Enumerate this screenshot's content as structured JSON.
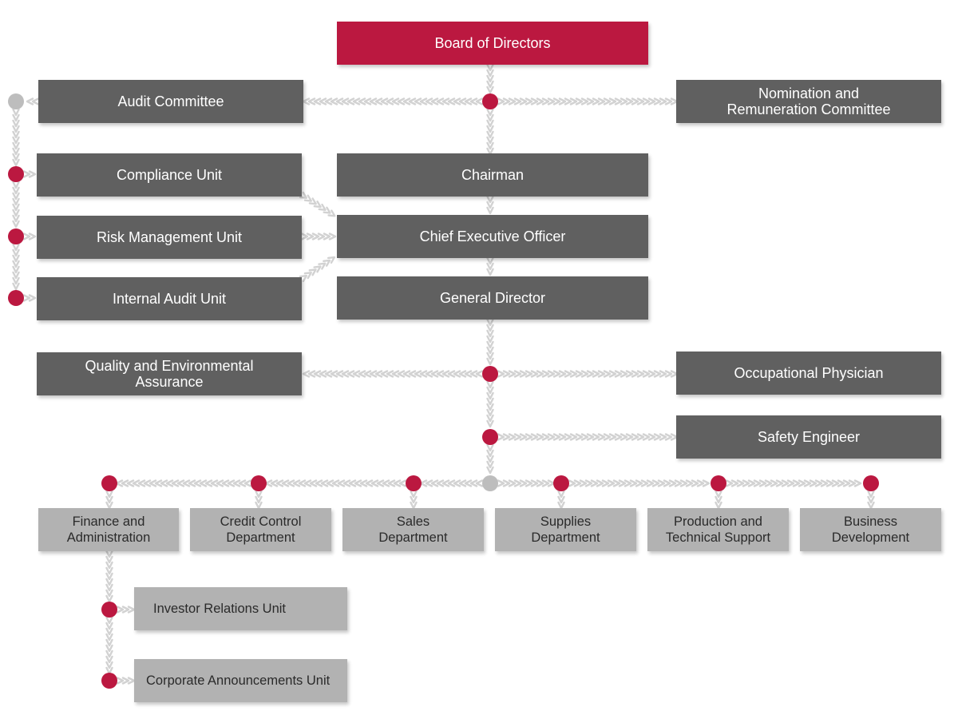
{
  "chart_title": "",
  "colors": {
    "accent": "#bb1840",
    "dark_box": "#606060",
    "light_box": "#b2b2b2",
    "connector": "#d2d2d2",
    "node_grey": "#bdbdbd"
  },
  "boxes": {
    "board": "Board of Directors",
    "audit_committee": "Audit Committee",
    "nomination_committee": "Nomination and\nRemuneration Committee",
    "chairman": "Chairman",
    "ceo": "Chief Executive Officer",
    "general_director": "General Director",
    "compliance_unit": "Compliance Unit",
    "risk_management_unit": "Risk Management Unit",
    "internal_audit_unit": "Internal Audit Unit",
    "quality_env": "Quality and Environmental\nAssurance",
    "occupational_physician": "Occupational Physician",
    "safety_engineer": "Safety Engineer",
    "finance_admin": "Finance and\nAdministration",
    "credit_control": "Credit Control\nDepartment",
    "sales": "Sales\nDepartment",
    "supplies": "Supplies\nDepartment",
    "production_support": "Production and\nTechnical Support",
    "business_development": "Business\nDevelopment",
    "investor_relations": "Investor Relations Unit",
    "corporate_announcements": "Corporate Announcements Unit"
  }
}
